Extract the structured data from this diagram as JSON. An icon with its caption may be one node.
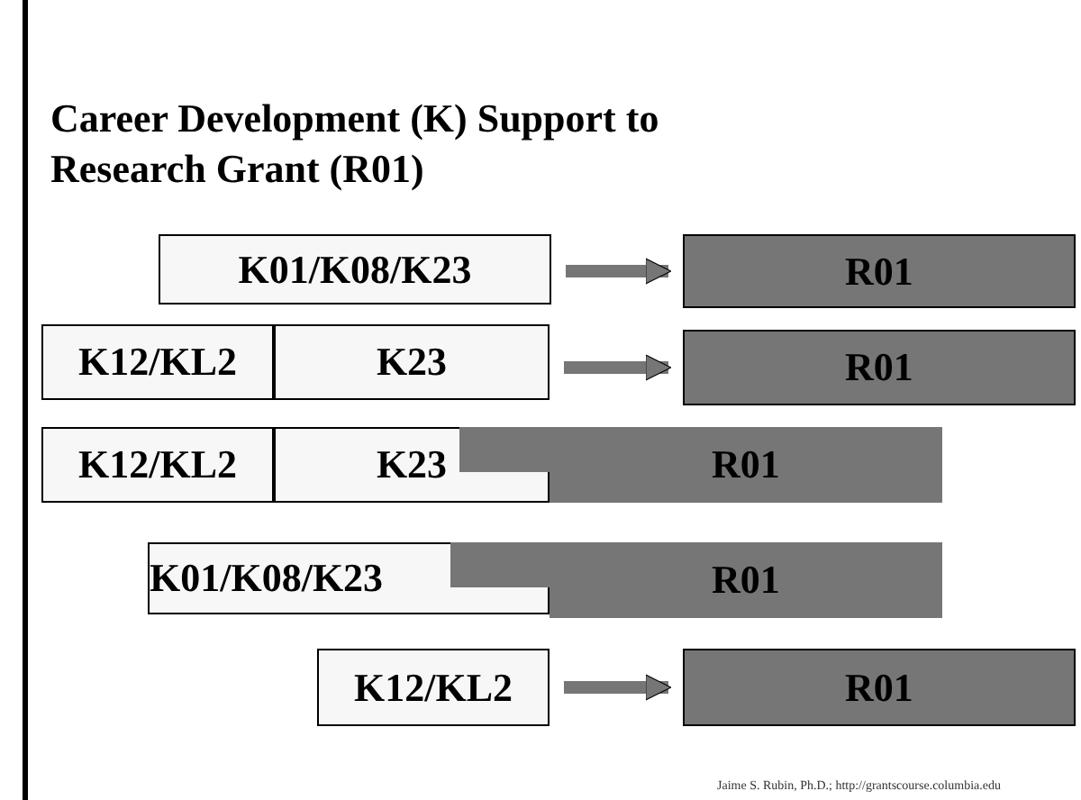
{
  "diagram": {
    "title": "Career Development (K) Support to Research Grant (R01)",
    "nodes": [
      {
        "text": [
          "K01/K08/K23"
        ]
      },
      {
        "text": [
          "R01"
        ]
      },
      {
        "text": [
          "K12/KL2"
        ]
      },
      {
        "text": [
          "K23"
        ]
      },
      {
        "text": [
          "R01"
        ]
      },
      {
        "text": [
          "K12/KL2"
        ]
      },
      {
        "text": [
          "K23"
        ]
      },
      {
        "text": [
          "R01"
        ]
      },
      {
        "text": [
          "K01/K08/K23"
        ]
      },
      {
        "text": [
          "R01"
        ]
      },
      {
        "text": [
          "K12/KL2"
        ]
      },
      {
        "text": [
          "R01"
        ]
      }
    ],
    "edges": [
      {
        "from": 0,
        "to": 1,
        "arrow": "to"
      },
      {
        "from": 3,
        "to": 4,
        "arrow": "to"
      },
      {
        "from": 10,
        "to": 11,
        "arrow": "to"
      }
    ],
    "labels": [
      "Jaime S. Rubin, Ph.D.; http://grantscourse.columbia.edu"
    ]
  }
}
